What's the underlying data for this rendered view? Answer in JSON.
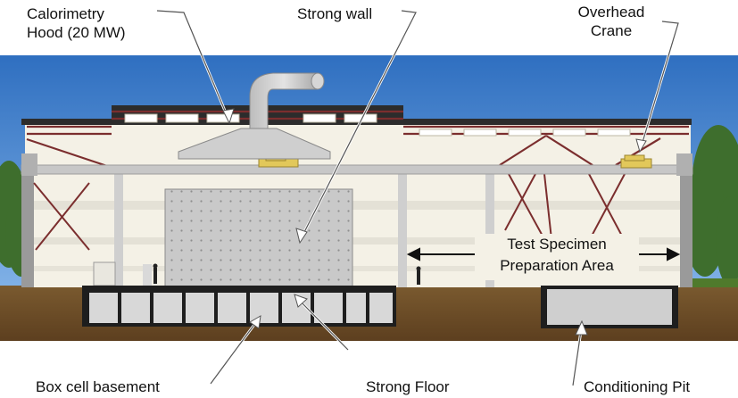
{
  "labels": {
    "calorimetry_hood_line1": "Calorimetry",
    "calorimetry_hood_line2": "Hood (20 MW)",
    "strong_wall": "Strong wall",
    "overhead_crane_line1": "Overhead",
    "overhead_crane_line2": "Crane",
    "test_area_line1": "Test Specimen",
    "test_area_line2": "Preparation Area",
    "box_cell_basement": "Box cell basement",
    "strong_floor": "Strong Floor",
    "conditioning_pit": "Conditioning Pit"
  },
  "colors": {
    "sky": "#3f7bc6",
    "ground": "#6b4a26",
    "wall": "#f4f1e6",
    "steel": "#c8c8c8",
    "truss": "#7b2e2e",
    "trees": "#3e6e2d",
    "crane": "#e2c85a"
  }
}
